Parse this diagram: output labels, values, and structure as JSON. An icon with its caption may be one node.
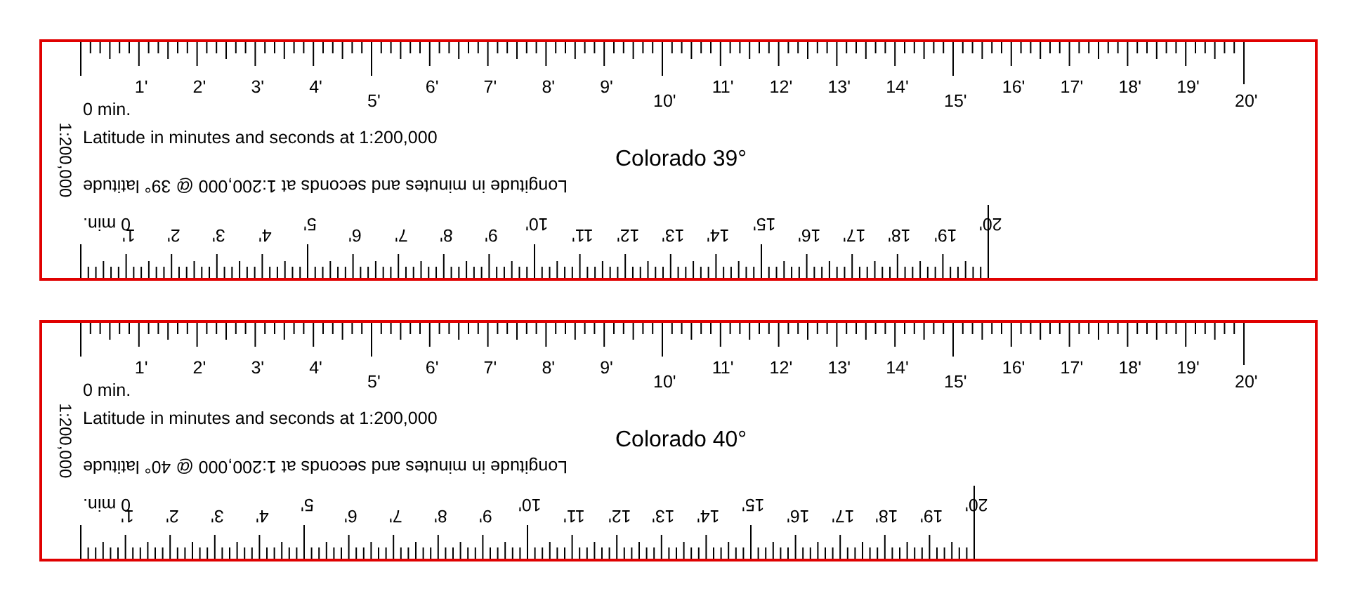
{
  "diagram": {
    "nodes": [
      {
        "text": [
          "1:200,000",
          "Latitude in minutes and seconds at 1:200,000",
          "Colorado 39°",
          "Longitude in minutes and seconds at 1:200,000 @ 39° latitude"
        ]
      },
      {
        "text": [
          "0 min.",
          "1'",
          "2'",
          "3'",
          "4'",
          "5'",
          "6'",
          "7'",
          "8'",
          "9'",
          "10'",
          "11'",
          "12'",
          "13'",
          "14'",
          "15'",
          "16'",
          "17'",
          "18'",
          "19'",
          "20'"
        ],
        "in": 0
      },
      {
        "text": [
          "0 min.",
          "1'",
          "2'",
          "3'",
          "4'",
          "5'",
          "6'",
          "7'",
          "8'",
          "9'",
          "10'",
          "11'",
          "12'",
          "13'",
          "14'",
          "15'",
          "16'",
          "17'",
          "18'",
          "19'",
          "20'"
        ],
        "in": 0
      },
      {
        "text": [
          "1:200,000",
          "Latitude in minutes and seconds at 1:200,000",
          "Colorado 40°",
          "Longitude in minutes and seconds at 1:200,000 @ 40° latitude"
        ]
      },
      {
        "text": [
          "0 min.",
          "1'",
          "2'",
          "3'",
          "4'",
          "5'",
          "6'",
          "7'",
          "8'",
          "9'",
          "10'",
          "11'",
          "12'",
          "13'",
          "14'",
          "15'",
          "16'",
          "17'",
          "18'",
          "19'",
          "20'"
        ],
        "in": 3
      },
      {
        "text": [
          "0 min.",
          "1'",
          "2'",
          "3'",
          "4'",
          "5'",
          "6'",
          "7'",
          "8'",
          "9'",
          "10'",
          "11'",
          "12'",
          "13'",
          "14'",
          "15'",
          "16'",
          "17'",
          "18'",
          "19'",
          "20'"
        ],
        "in": 3
      }
    ],
    "edges": []
  }
}
